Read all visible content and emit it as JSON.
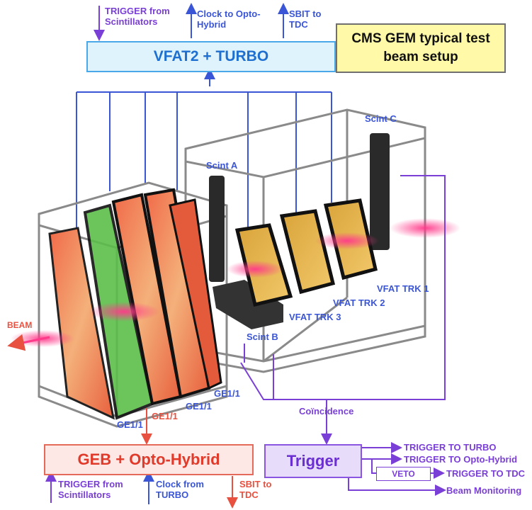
{
  "title": "CMS GEM typical test beam setup",
  "vfat_box": "VFAT2 + TURBO",
  "geb_box": "GEB + Opto-Hybrid",
  "trigger_box": "Trigger",
  "veto_box": "VETO",
  "coincidence": "Coïncidence",
  "beam": "BEAM",
  "top_inputs": {
    "trigger_scint": [
      "TRIGGER from",
      "Scintillators"
    ],
    "clock_opto": [
      "Clock to Opto-",
      "Hybrid"
    ],
    "sbit_tdc": [
      "SBIT to",
      "TDC"
    ]
  },
  "bottom_inputs": {
    "trigger_scint": [
      "TRIGGER from",
      "Scintillators"
    ],
    "clock_turbo": [
      "Clock from",
      "TURBO"
    ],
    "sbit_tdc": [
      "SBIT to",
      "TDC"
    ]
  },
  "trigger_outputs": [
    "TRIGGER TO TURBO",
    "TRIGGER TO Opto-Hybrid",
    "TRIGGER TO TDC",
    "Beam Monitoring"
  ],
  "scintillators": [
    "Scint A",
    "Scint B",
    "Scint C"
  ],
  "trackers": [
    "VFAT TRK 1",
    "VFAT TRK 2",
    "VFAT TRK 3"
  ],
  "ge11": [
    "GE1/1",
    "GE1/1",
    "GE1/1",
    "GE1/1"
  ],
  "colors": {
    "blue": "#3a55d6",
    "purple": "#7a3fd6",
    "red": "#e8513f",
    "frame": "#8a8a8a"
  }
}
